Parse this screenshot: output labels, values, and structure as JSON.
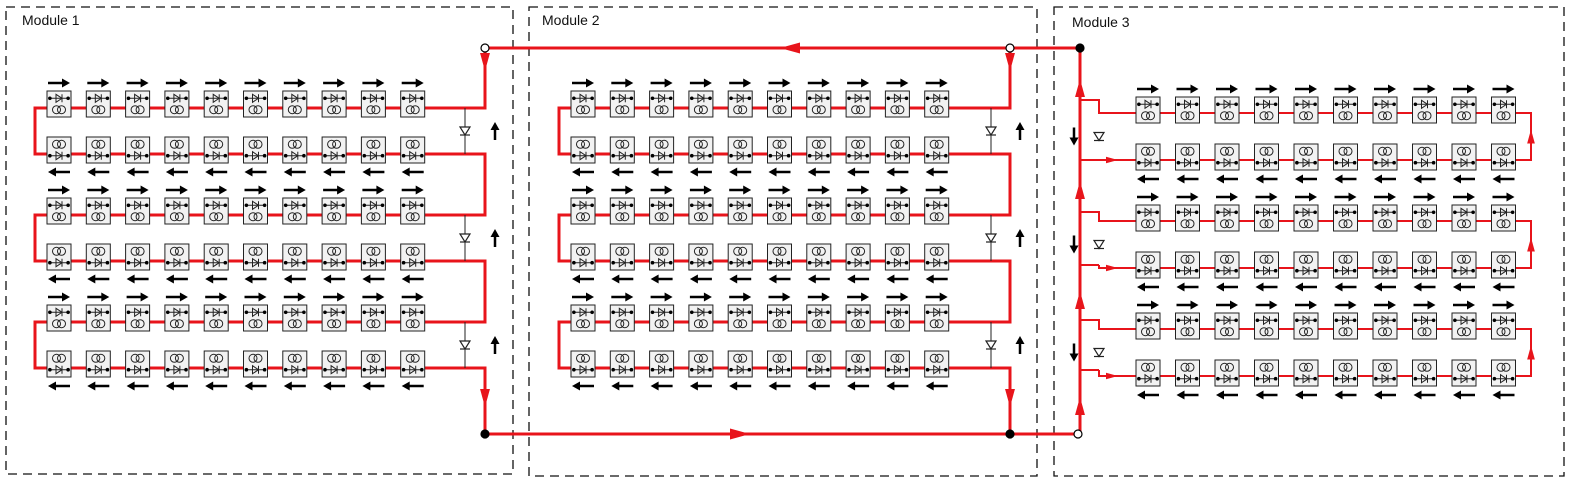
{
  "modules": [
    {
      "label": "Module 1"
    },
    {
      "label": "Module 2"
    },
    {
      "label": "Module 3"
    }
  ],
  "layout": {
    "rows_per_module": 6,
    "cells_per_row": 10,
    "row_pattern": [
      "diode-top",
      "coil-top",
      "diode-top",
      "coil-top",
      "diode-top",
      "coil-top"
    ]
  },
  "colors": {
    "current_path": "#e8141b",
    "cell_stroke": "#222222",
    "cell_fill": "#f2f2f2",
    "border": "#111111"
  },
  "icons": [
    "cell-icon",
    "diode-icon",
    "coil-icon",
    "arrow-icon",
    "terminal-icon"
  ]
}
